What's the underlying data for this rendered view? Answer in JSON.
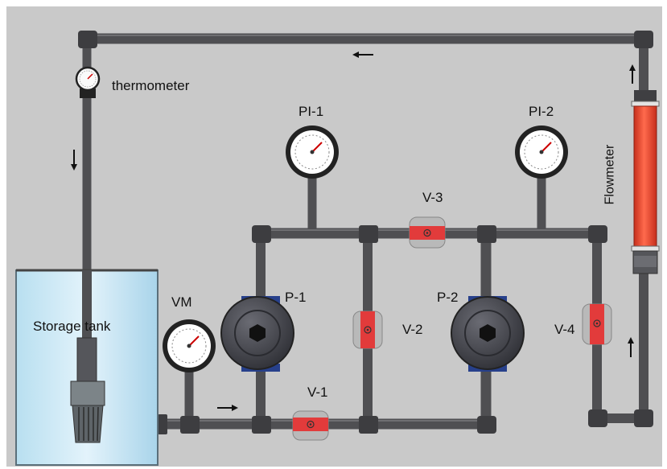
{
  "labels": {
    "thermometer": "thermometer",
    "storage_tank": "Storage tank",
    "vm": "VM",
    "p1": "P-1",
    "p2": "P-2",
    "pi1": "PI-1",
    "pi2": "PI-2",
    "v1": "V-1",
    "v2": "V-2",
    "v3": "V-3",
    "v4": "V-4",
    "flowmeter": "Flowmeter"
  },
  "icons": {
    "flow_left": "arrow-left",
    "flow_right": "arrow-right",
    "flow_up": "arrow-up",
    "flow_down": "arrow-down"
  },
  "colors": {
    "background": "#c9c9c9",
    "pipe": "#4f4f52",
    "pipe_highlight": "#6e6e72",
    "valve_red": "#e23b3b",
    "tank_water": "#cfe8f5",
    "pump_body": "#3f4047",
    "pump_blue": "#27408b",
    "flowmeter_red": "#e8452f"
  }
}
